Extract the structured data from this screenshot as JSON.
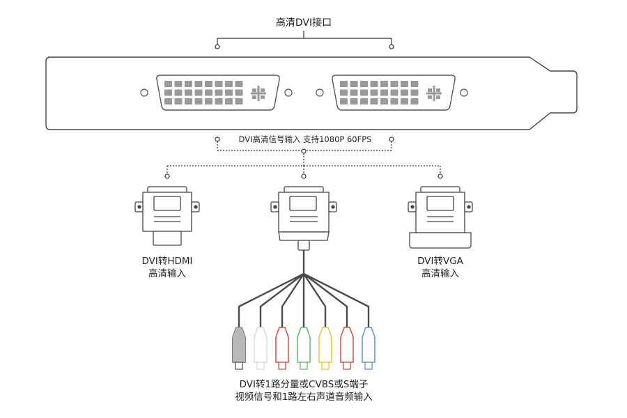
{
  "top_label": "高清DVI接口",
  "signal_label": "DVI高清信号输入 支持1080P 60FPS",
  "adapters": [
    {
      "line1": "DVI转HDMI",
      "line2": "高清输入"
    },
    {
      "line1": "DVI转VGA",
      "line2": "高清输入"
    }
  ],
  "breakout": {
    "line1": "DVI转1路分量或CVBS或S端子",
    "line2": "视频信号和1路左右声道音频输入"
  },
  "connector_colors": [
    "#555555",
    "#d9d9d9",
    "#d84a3a",
    "#5cb85c",
    "#e6c52e",
    "#d84a3a",
    "#5b8fd6"
  ],
  "cable_color": "#4a4a4a",
  "line_color": "#333333"
}
